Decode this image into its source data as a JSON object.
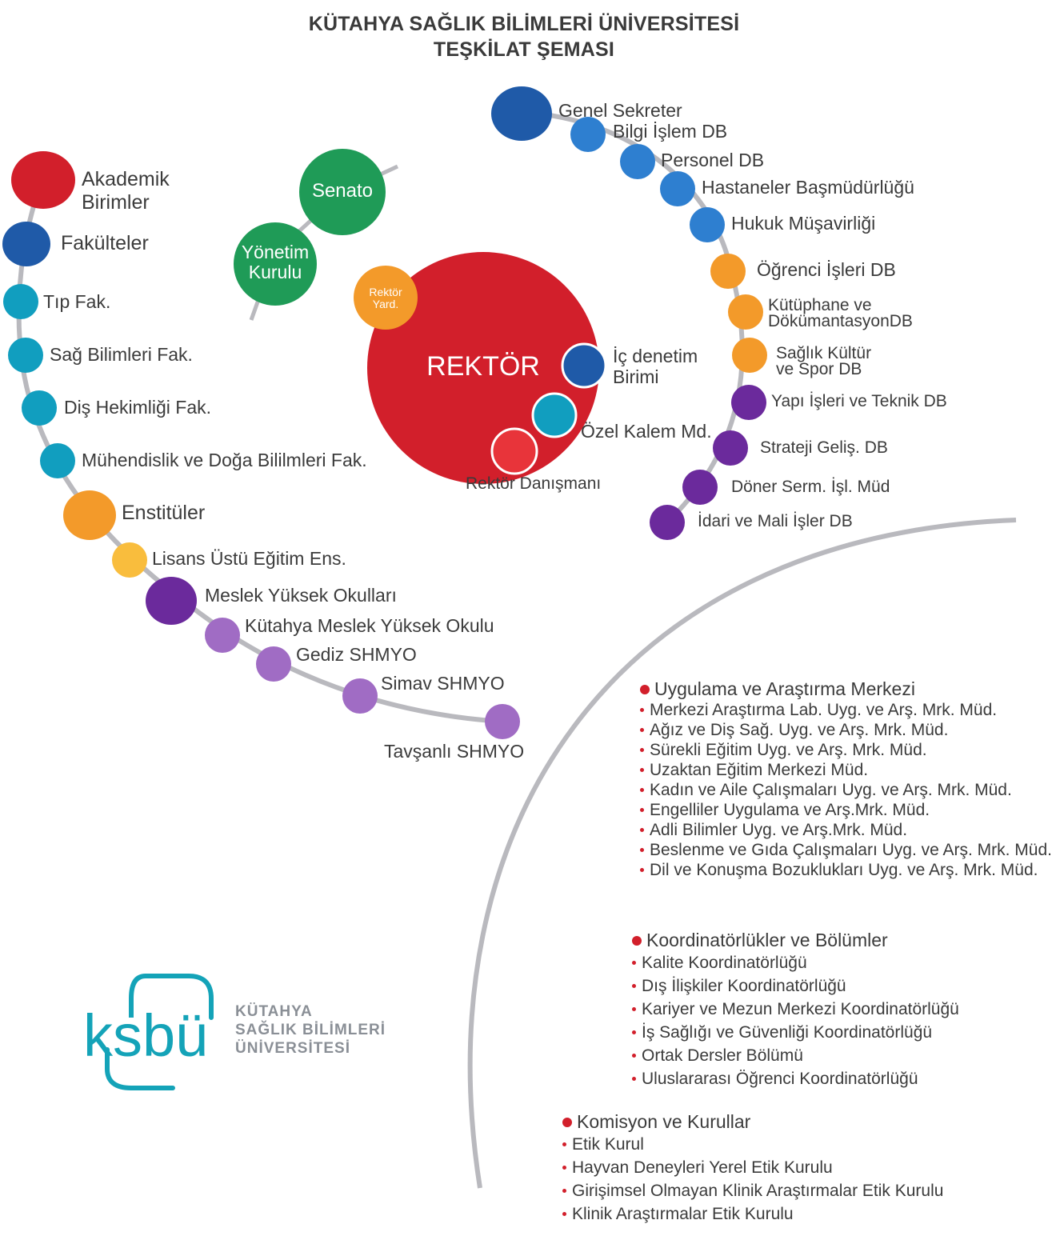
{
  "title": {
    "line1": "KÜTAHYA SAĞLIK BİLİMLERİ ÜNİVERSİTESİ",
    "line2": "TEŞKİLAT ŞEMASI"
  },
  "colors": {
    "red": "#d21f2b",
    "dark_blue": "#1f5aa8",
    "blue": "#2e7fd0",
    "teal": "#119ebf",
    "orange": "#f39a2a",
    "yellow": "#f9bd3d",
    "purple": "#6b2a9c",
    "light_purple": "#a06cc4",
    "green": "#1f9b57",
    "connector_gray": "#b9b9be"
  },
  "center": {
    "rector": "REKTÖR",
    "rector_assistant": "Rektör Yard.",
    "internal_audit": "İç denetim Birimi",
    "private_office": "Özel Kalem Md.",
    "rector_advisor": "Rektör Danışmanı"
  },
  "governance": {
    "senate": "Senato",
    "board_line1": "Yönetim",
    "board_line2": "Kurulu"
  },
  "academic": {
    "root_line1": "Akademik",
    "root_line2": "Birimler",
    "faculties": "Fakülteler",
    "faculty_list": [
      "Tıp Fak.",
      "Sağ Bilimleri Fak.",
      "Diş  Hekimliği Fak.",
      "Mühendislik ve Doğa Bililmleri Fak."
    ],
    "institutes": "Enstitüler",
    "institute_list": [
      "Lisans Üstü Eğitim Ens."
    ],
    "vocational": "Meslek Yüksek Okulları",
    "vocational_list": [
      "Kütahya Meslek Yüksek Okulu",
      "Gediz SHMYO",
      "Simav SHMYO",
      "Tavşanlı SHMYO"
    ]
  },
  "admin": {
    "general_secretary": "Genel Sekreter",
    "units": [
      "Bilgi İşlem DB",
      "Personel DB",
      "Hastaneler Başmüdürlüğü",
      "Hukuk Müşavirliği",
      "Öğrenci  İşleri DB",
      "Kütüphane ve",
      "DökümantasyonDB",
      "Sağlık Kültür",
      "ve Spor DB",
      "Yapı İşleri  ve Teknik DB",
      "Strateji Geliş. DB",
      "Döner Serm. İşl. Müd",
      "İdari  ve Mali İşler DB"
    ]
  },
  "research_centers": {
    "heading": "Uygulama ve Araştırma Merkezi",
    "items": [
      "Merkezi Araştırma Lab. Uyg. ve Arş. Mrk. Müd.",
      "Ağız ve Diş Sağ. Uyg. ve Arş. Mrk. Müd.",
      "Sürekli Eğitim Uyg. ve Arş. Mrk. Müd.",
      "Uzaktan Eğitim Merkezi Müd.",
      "Kadın ve Aile Çalışmaları Uyg. ve Arş. Mrk. Müd.",
      "Engelliler Uygulama ve Arş.Mrk. Müd.",
      "Adli Bilimler Uyg. ve Arş.Mrk. Müd.",
      "Beslenme ve Gıda Çalışmaları Uyg. ve Arş. Mrk. Müd.",
      "Dil ve Konuşma Bozuklukları Uyg. ve Arş. Mrk. Müd."
    ]
  },
  "coordinators": {
    "heading": "Koordinatörlükler ve Bölümler",
    "items": [
      "Kalite Koordinatörlüğü",
      "Dış İlişkiler Koordinatörlüğü",
      "Kariyer ve Mezun Merkezi Koordinatörlüğü",
      "İş Sağlığı ve Güvenliği Koordinatörlüğü",
      "Ortak Dersler Bölümü",
      "Uluslararası  Öğrenci  Koordinatörlüğü"
    ]
  },
  "committees": {
    "heading": "Komisyon ve Kurullar",
    "items": [
      "Etik Kurul",
      "Hayvan Deneyleri Yerel Etik Kurulu",
      "Girişimsel Olmayan Klinik Araştırmalar Etik Kurulu",
      "Klinik Araştırmalar Etik Kurulu"
    ]
  },
  "logo": {
    "mark": "ksbü",
    "line1": "KÜTAHYA",
    "line2": "SAĞLIK BİLİMLERİ",
    "line3": "ÜNİVERSİTESİ"
  }
}
